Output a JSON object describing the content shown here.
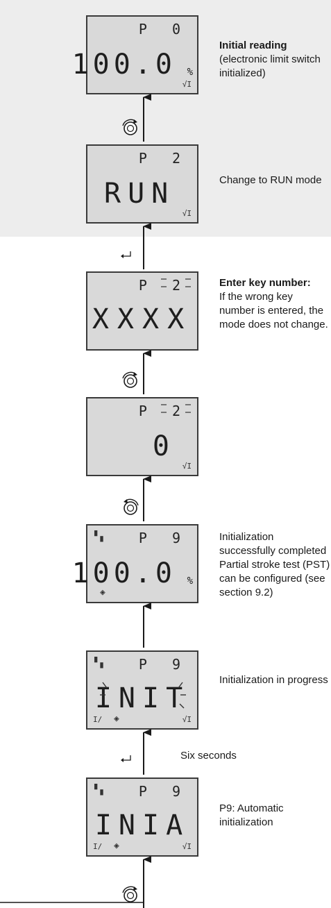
{
  "screens": [
    {
      "code": "P 0",
      "display": "100.0",
      "unit": "%",
      "indicators": [
        "√I"
      ]
    },
    {
      "code": "P 2",
      "display": "RUN",
      "indicators": [
        "√I"
      ]
    },
    {
      "code": "P 2",
      "display": "XXXX",
      "indicators": []
    },
    {
      "code": "P 2",
      "display": "0",
      "indicators": [
        "√I"
      ]
    },
    {
      "code": "P 9",
      "display": "100.0",
      "unit": "%",
      "indicators": [
        "tag-mark",
        "diamond-arrow"
      ]
    },
    {
      "code": "P 9",
      "display": "INIT",
      "indicators": [
        "tag-mark",
        "I/",
        "diamond-arrow",
        "√I"
      ]
    },
    {
      "code": "P 9",
      "display": "INIA",
      "indicators": [
        "tag-mark",
        "I/",
        "diamond-arrow",
        "√I"
      ]
    }
  ],
  "descriptions": [
    {
      "title": "Initial reading",
      "text": "(electronic limit switch initialized)"
    },
    {
      "title": "",
      "text": "Change to RUN mode"
    },
    {
      "title": "Enter key number:",
      "text": "If the wrong key number is entered, the mode does not change."
    },
    {
      "title": "",
      "text": ""
    },
    {
      "title": "",
      "text": "Initialization successfully completed Partial stroke test (PST) can be configured (see section 9.2)"
    },
    {
      "title": "",
      "text": "Initialization in progress"
    },
    {
      "title": "",
      "text": "P9: Automatic initialization"
    }
  ],
  "transitions": [
    {
      "action": "turn-clockwise-icon"
    },
    {
      "action": "enter-icon"
    },
    {
      "action": "turn-clockwise-icon"
    },
    {
      "action": "turn-counterclockwise-icon"
    },
    {
      "action": "none"
    },
    {
      "action": "enter-icon",
      "label": "Six seconds"
    },
    {
      "action": "turn-clockwise-icon"
    }
  ]
}
